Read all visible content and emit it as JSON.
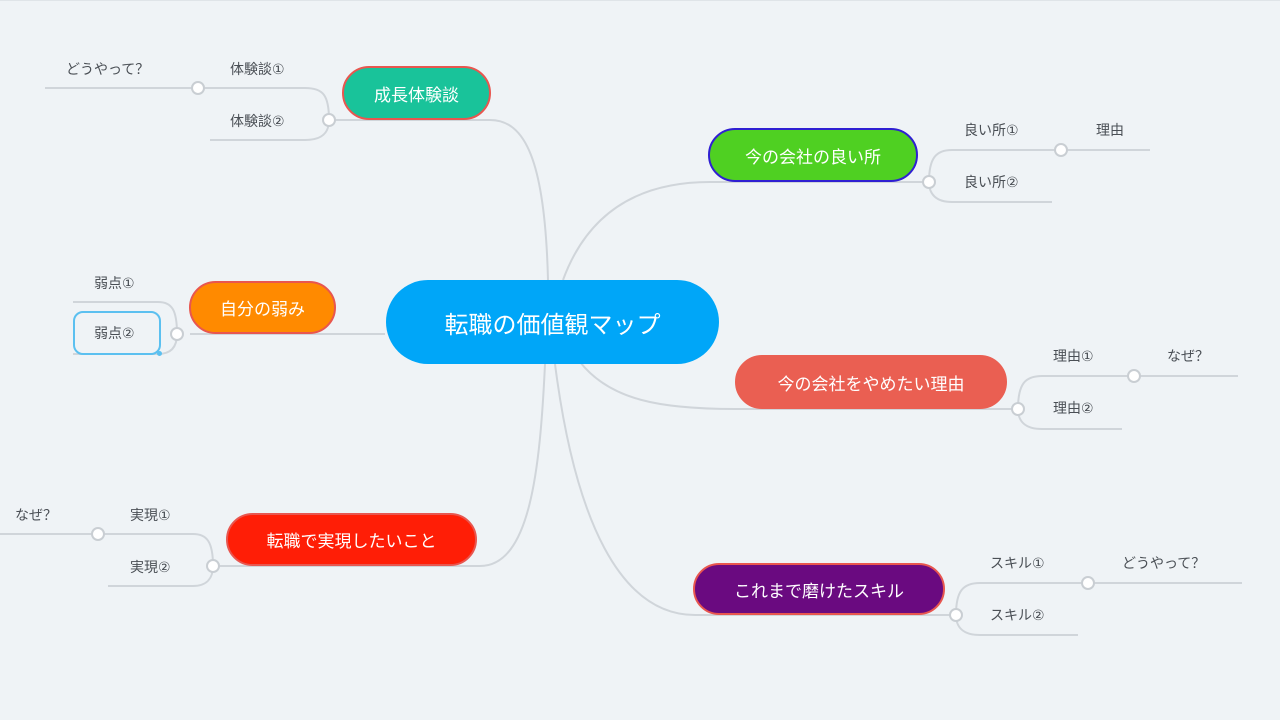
{
  "central": {
    "label": "転職の価値観マップ",
    "color": "#00a6f8"
  },
  "branches": {
    "growth": {
      "label": "成長体験談",
      "fill": "#19c39a",
      "border": "#e8564f",
      "children": [
        "体験談①",
        "体験談②"
      ],
      "grandchild": "どうやって？"
    },
    "good": {
      "label": "今の会社の良い所",
      "fill": "#4fd022",
      "border": "#2f1fd2",
      "children": [
        "良い所①",
        "良い所②"
      ],
      "grandchild": "理由"
    },
    "weak": {
      "label": "自分の弱み",
      "fill": "#ff8a00",
      "border": "#e8564f",
      "children": [
        "弱点①",
        "弱点②"
      ]
    },
    "quit": {
      "label": "今の会社をやめたい理由",
      "fill": "#ea5f52",
      "border": "#ea5f52",
      "children": [
        "理由①",
        "理由②"
      ],
      "grandchild": "なぜ？"
    },
    "realize": {
      "label": "転職で実現したいこと",
      "fill": "#ff1e06",
      "border": "#e8564f",
      "children": [
        "実現①",
        "実現②"
      ],
      "grandchild": "なぜ？"
    },
    "skills": {
      "label": "これまで磨けたスキル",
      "fill": "#6a0a80",
      "border": "#e8564f",
      "children": [
        "スキル①",
        "スキル②"
      ],
      "grandchild": "どうやって？"
    }
  },
  "colors": {
    "connector": "#d0d5da",
    "knob_border": "#c9ced3",
    "selection": "#5bc0f0"
  }
}
